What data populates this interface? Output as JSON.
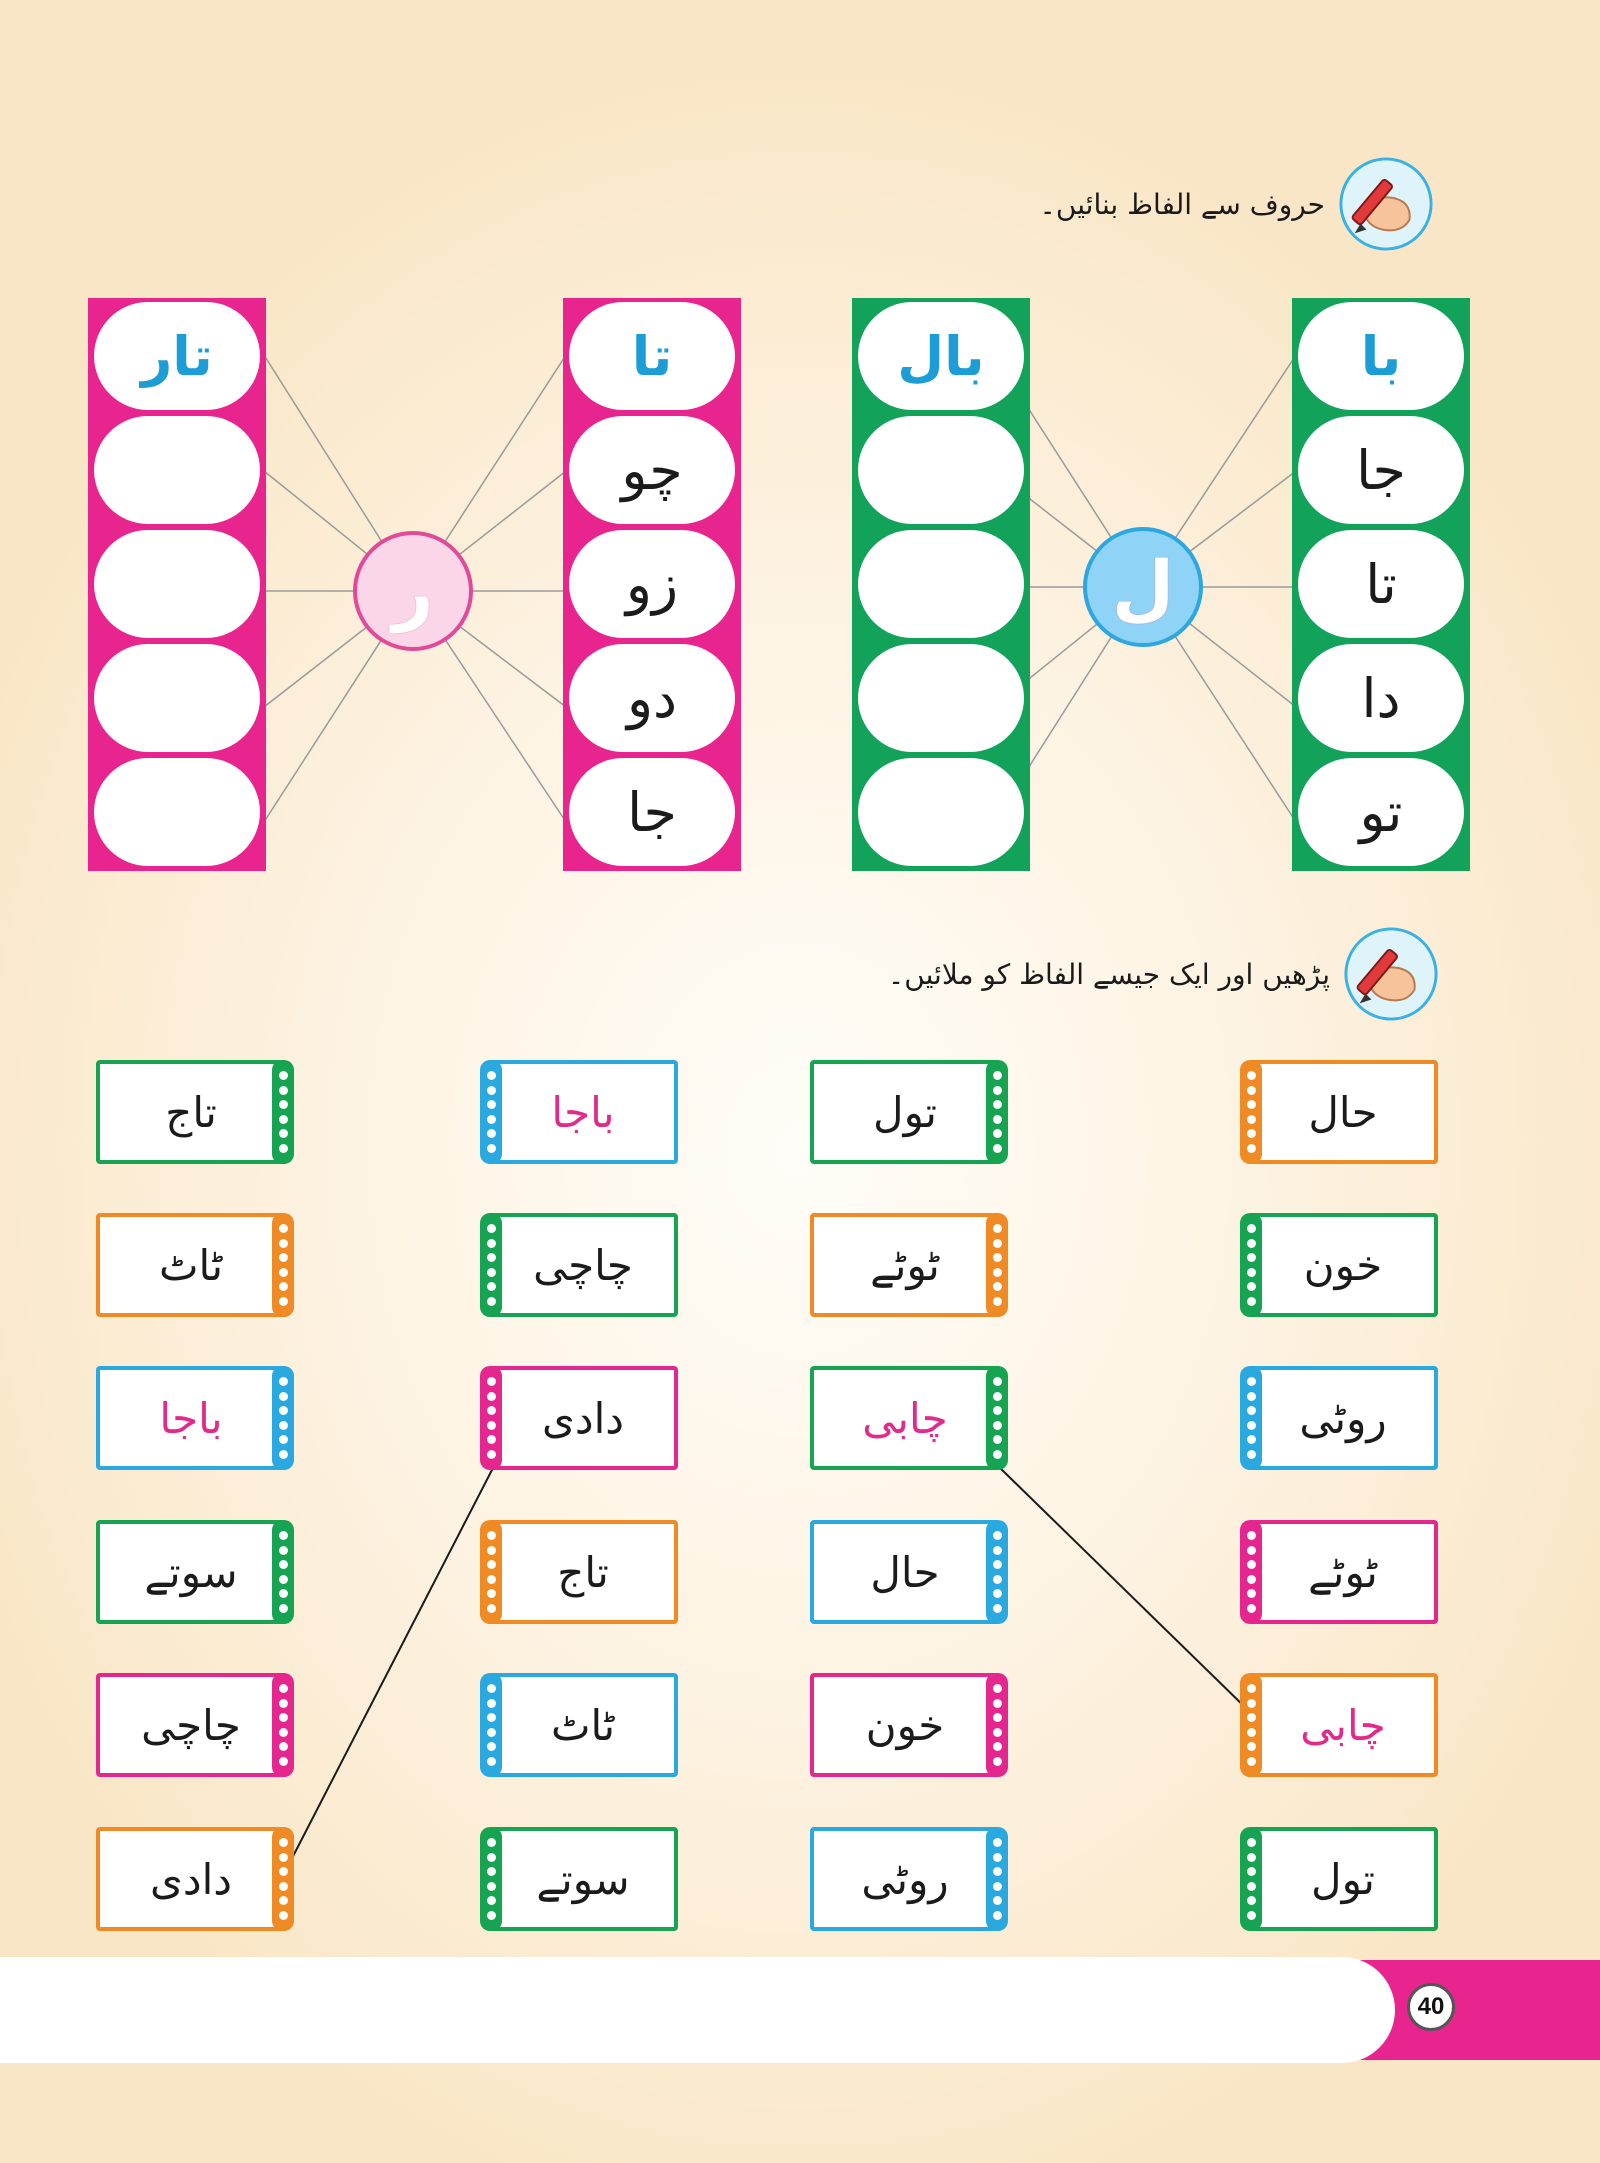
{
  "section1": {
    "instruction": "حروف سے الفاظ بنائیں۔",
    "groups": [
      {
        "hub_letter": "ر",
        "letters": [
          "تا",
          "چو",
          "زو",
          "دو",
          "جا"
        ],
        "words": [
          "تار",
          "",
          "",
          "",
          ""
        ]
      },
      {
        "hub_letter": "ل",
        "letters": [
          "با",
          "جا",
          "تا",
          "دا",
          "تو"
        ],
        "words": [
          "بال",
          "",
          "",
          "",
          ""
        ]
      }
    ]
  },
  "section2": {
    "instruction": "پڑھیں اور ایک جیسے الفاظ کو ملائیں۔",
    "columns": [
      [
        "تاج",
        "ٹاٹ",
        "باجا",
        "سوتے",
        "چاچی",
        "دادی"
      ],
      [
        "باجا",
        "چاچی",
        "دادی",
        "تاج",
        "ٹاٹ",
        "سوتے"
      ],
      [
        "تول",
        "ٹوٹے",
        "چابی",
        "حال",
        "خون",
        "روٹی"
      ],
      [
        "حال",
        "خون",
        "روٹی",
        "ٹوٹے",
        "چابی",
        "تول"
      ]
    ]
  },
  "colors": {
    "pink": "#e8258e",
    "green": "#12a25a",
    "blue": "#2aa8e0",
    "orange": "#f08a24"
  },
  "footer": {
    "page_number": "40"
  }
}
